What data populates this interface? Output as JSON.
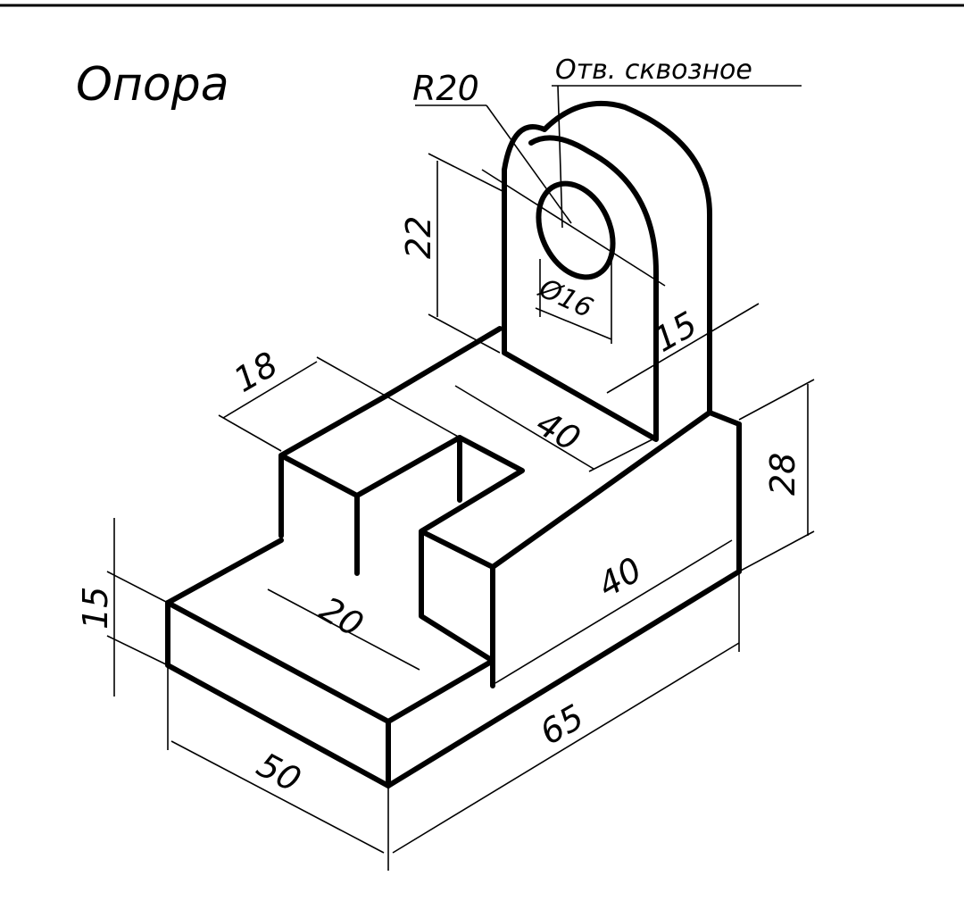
{
  "title": "Опора",
  "note": "Отв. сквозное",
  "dimensions": {
    "radius": "R20",
    "upright_height": "22",
    "hole_diameter": "Ø16",
    "upright_thickness": "15",
    "left_block_width": "18",
    "slot_length": "40",
    "total_height": "28",
    "right_block_length": "40",
    "slot_width": "20",
    "base_height": "15",
    "base_width": "50",
    "base_length": "65"
  }
}
